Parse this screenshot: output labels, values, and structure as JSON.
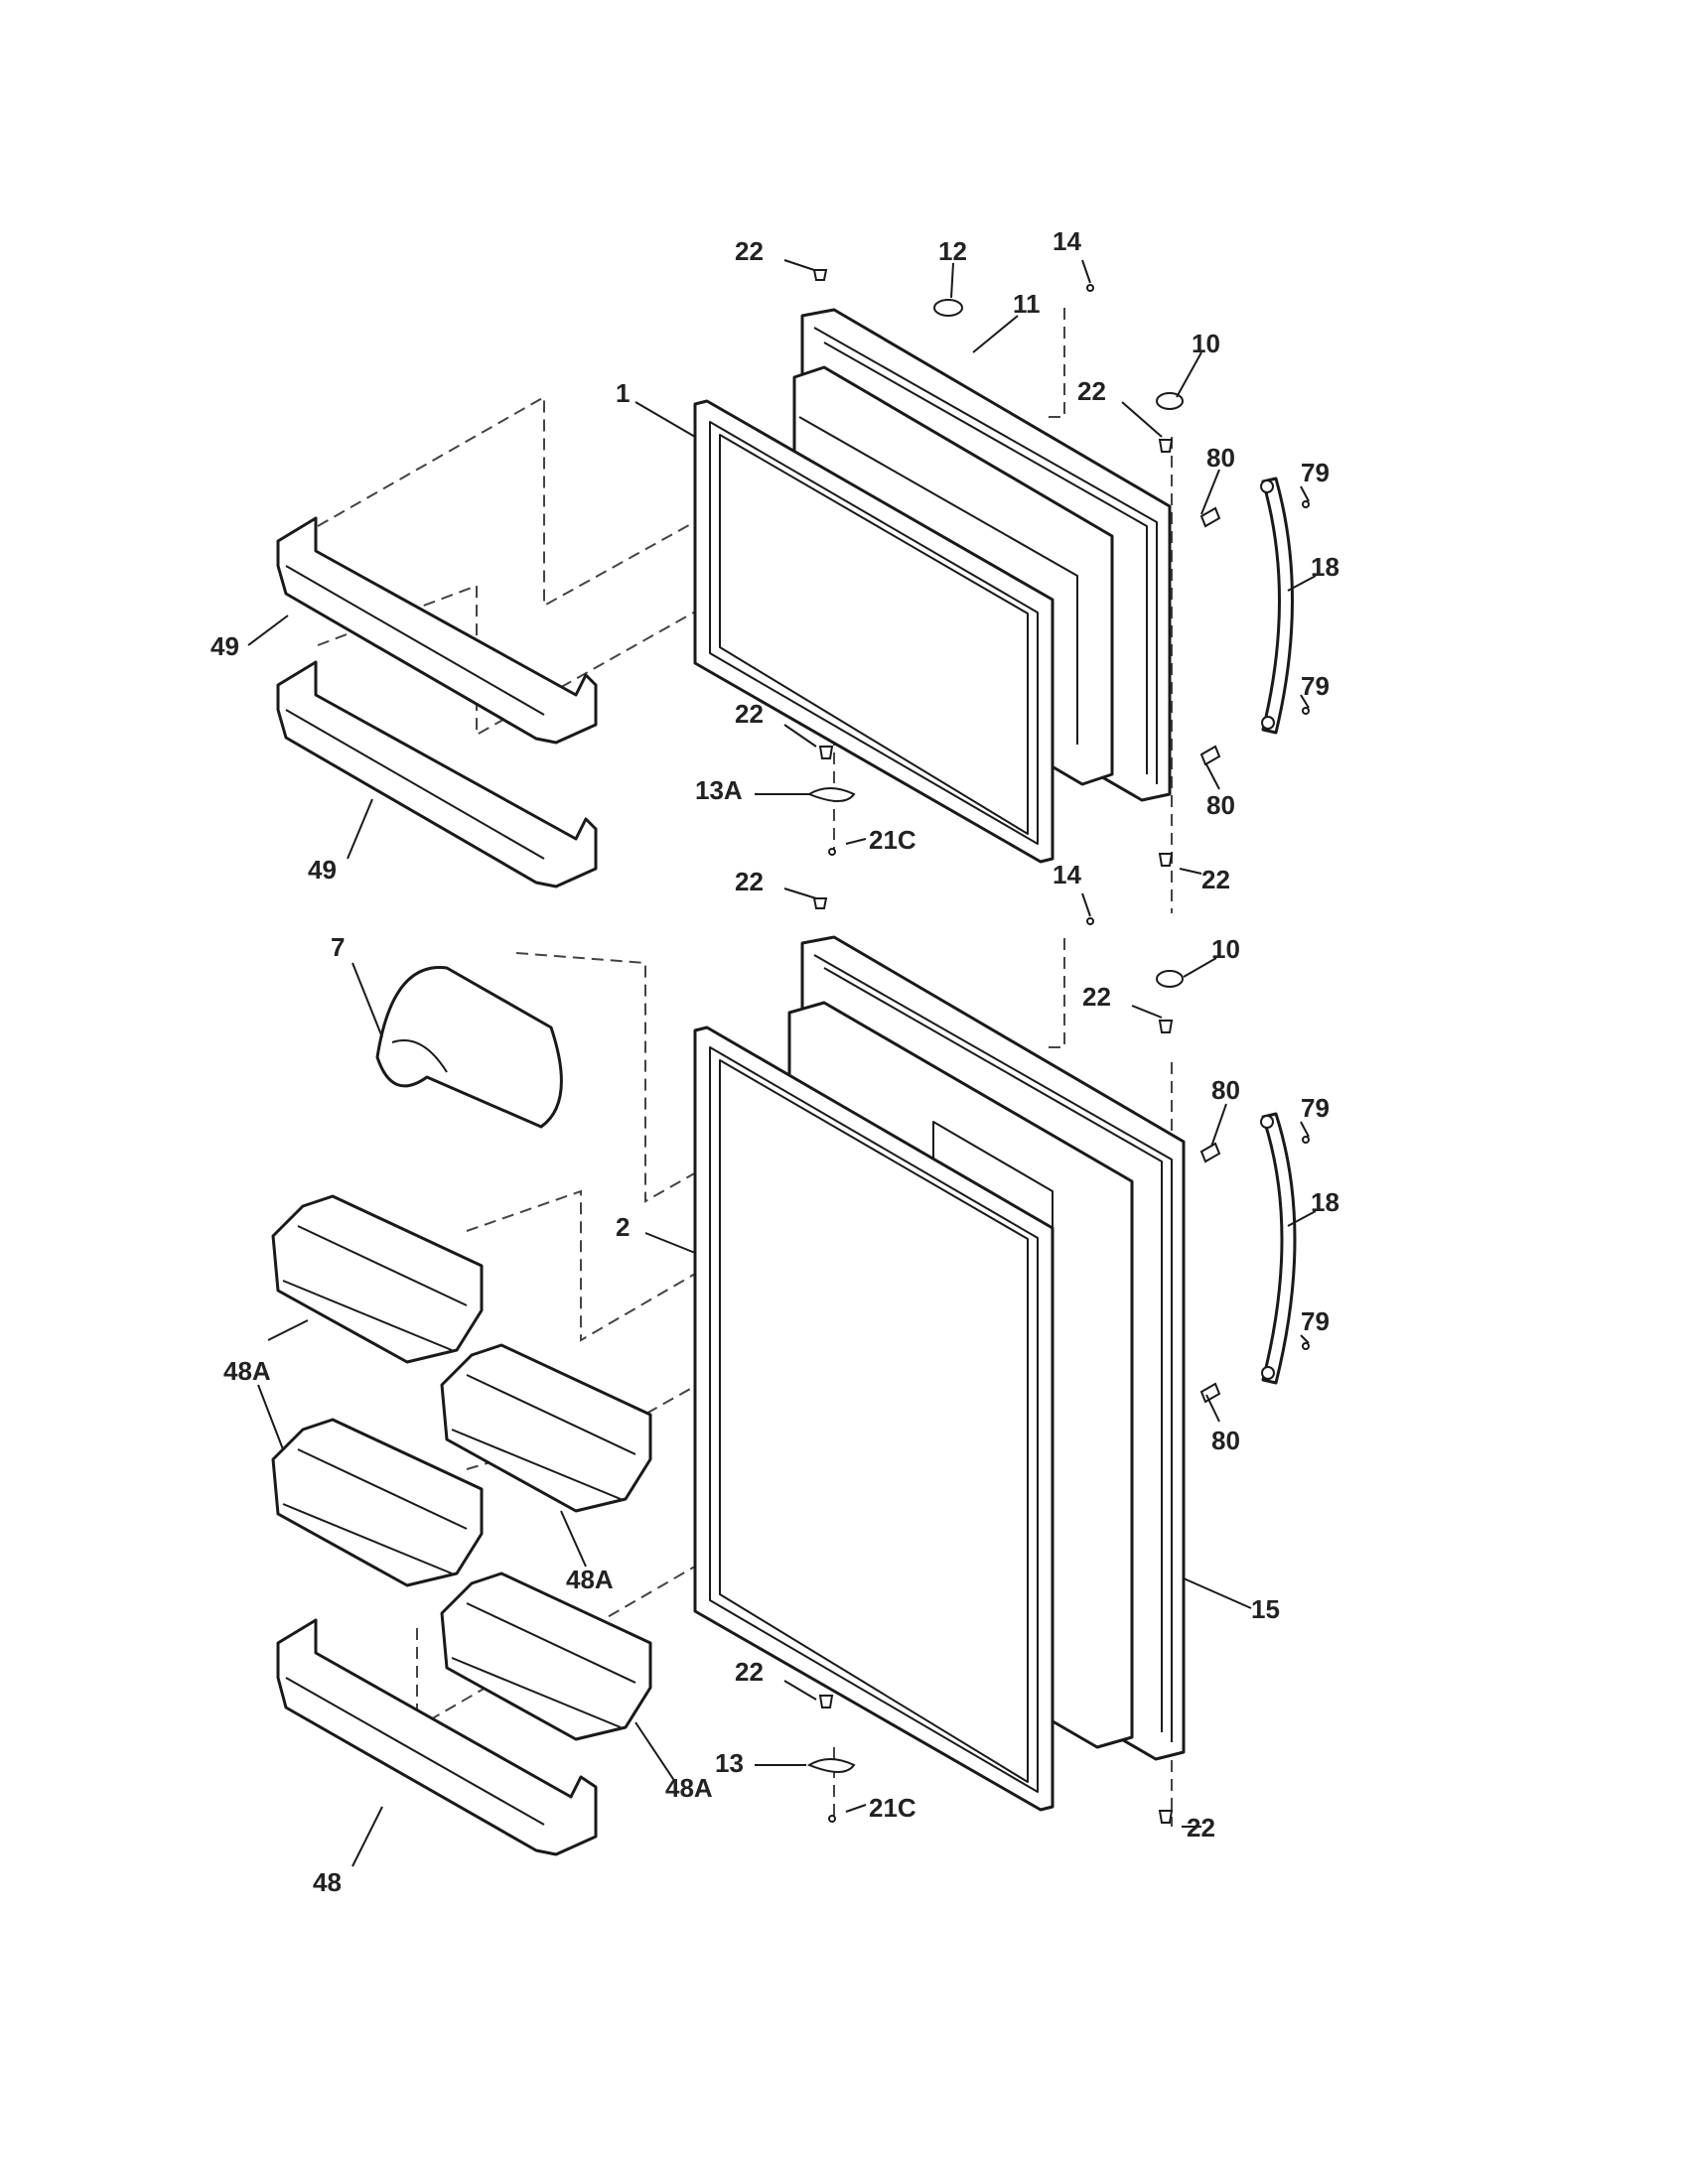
{
  "diagram": {
    "callouts": {
      "c22_a": "22",
      "c12": "12",
      "c14_a": "14",
      "c11": "11",
      "c10_a": "10",
      "c22_b": "22",
      "c1": "1",
      "c80_a": "80",
      "c79_a": "79",
      "c18_a": "18",
      "c49_a": "49",
      "c79_b": "79",
      "c22_c": "22",
      "c49_b": "49",
      "c13A": "13A",
      "c21C_a": "21C",
      "c80_b": "80",
      "c22_d": "22",
      "c22_e": "22",
      "c14_b": "14",
      "c7": "7",
      "c10_b": "10",
      "c22_f": "22",
      "c80_c": "80",
      "c79_c": "79",
      "c18_b": "18",
      "c2": "2",
      "c48A_a": "48A",
      "c79_d": "79",
      "c80_d": "80",
      "c48A_b": "48A",
      "c15": "15",
      "c22_g": "22",
      "c13": "13",
      "c48A_c": "48A",
      "c21C_b": "21C",
      "c22_h": "22",
      "c48": "48"
    },
    "colors": {
      "line": "#1a1a1a",
      "background": "#ffffff"
    }
  }
}
